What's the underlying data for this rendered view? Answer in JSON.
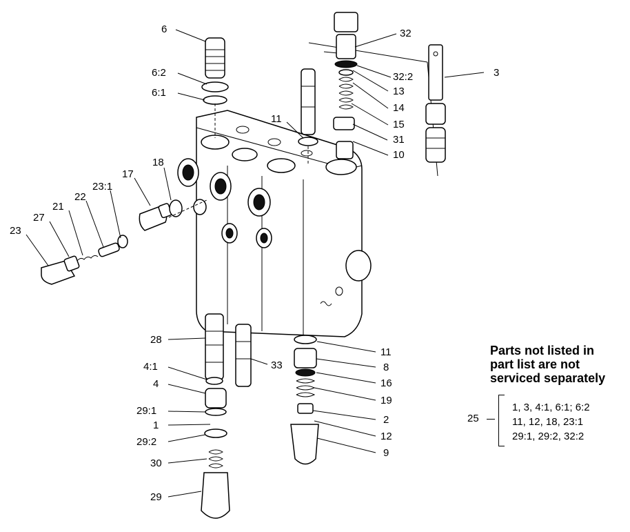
{
  "callouts": [
    "6",
    "6:2",
    "6:1",
    "11",
    "17",
    "18",
    "23:1",
    "22",
    "21",
    "27",
    "23",
    "32",
    "32:2",
    "13",
    "14",
    "15",
    "31",
    "10",
    "3",
    "28",
    "4:1",
    "4",
    "29:1",
    "1",
    "29:2",
    "30",
    "29",
    "33",
    "11",
    "8",
    "16",
    "19",
    "2",
    "12",
    "9"
  ],
  "note": {
    "lines": [
      "Parts not listed in",
      "part list are not",
      "serviced separately"
    ]
  },
  "group": {
    "label": "25",
    "items": [
      "1, 3, 4:1, 6:1; 6:2",
      "11, 12, 18, 23:1",
      "29:1, 29:2, 32:2"
    ]
  }
}
